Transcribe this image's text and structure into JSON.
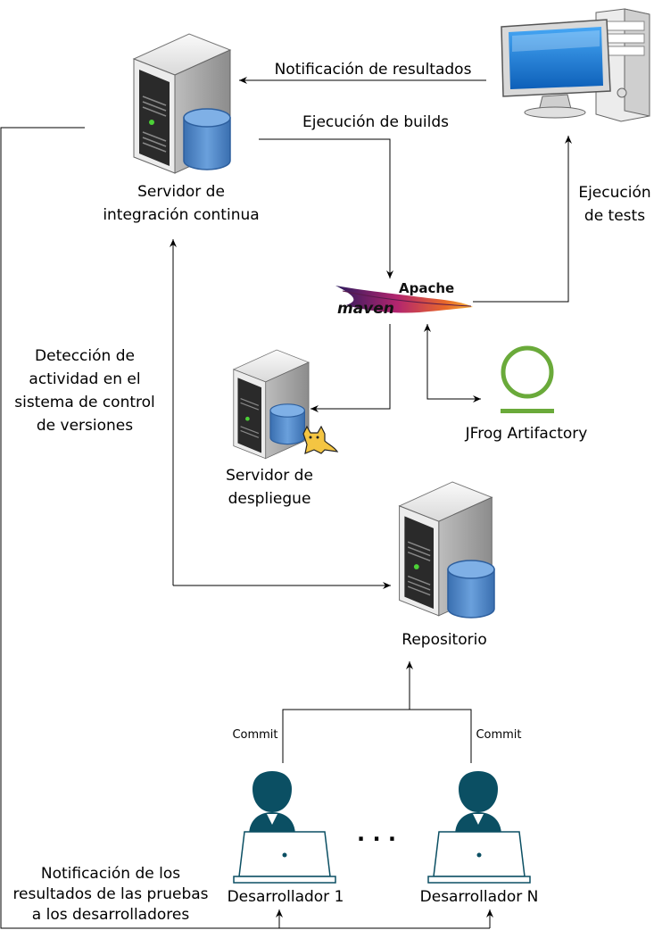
{
  "nodes": {
    "ci_server": {
      "line1": "Servidor de",
      "line2": "integración continua"
    },
    "deploy_server": {
      "line1": "Servidor de",
      "line2": "despliegue"
    },
    "repository": {
      "label": "Repositorio"
    },
    "artifactory": {
      "label": "JFrog Artifactory"
    },
    "maven": {
      "word1": "Apache",
      "word2": "maven"
    },
    "dev1": {
      "label": "Desarrollador 1"
    },
    "devN": {
      "label": "Desarrollador N"
    },
    "ellipsis": "· · ·"
  },
  "edges": {
    "results_notification": "Notificación de resultados",
    "builds": "Ejecución de builds",
    "tests": {
      "line1": "Ejecución",
      "line2": "de tests"
    },
    "vcs_detection": {
      "line1": "Detección de",
      "line2": "actividad en el",
      "line3": "sistema de control",
      "line4": "de versiones"
    },
    "commit_left": "Commit",
    "commit_right": "Commit",
    "dev_notification": {
      "line1": "Notificación de los",
      "line2": "resultados de las pruebas",
      "line3": "a los desarrolladores"
    }
  },
  "colors": {
    "server_body": "#e6e6e6",
    "server_front": "#2a2a2a",
    "db_blue": "#4f86c6",
    "monitor_blue": "#1e7fd6",
    "dev_teal": "#0b4f63",
    "artifactory_green": "#6aaa3a",
    "maven_magenta": "#b3256e"
  },
  "icons": [
    "server-icon",
    "database-icon",
    "desktop-computer-icon",
    "maven-feather-icon",
    "tomcat-icon",
    "artifactory-icon",
    "developer-icon",
    "laptop-icon"
  ]
}
